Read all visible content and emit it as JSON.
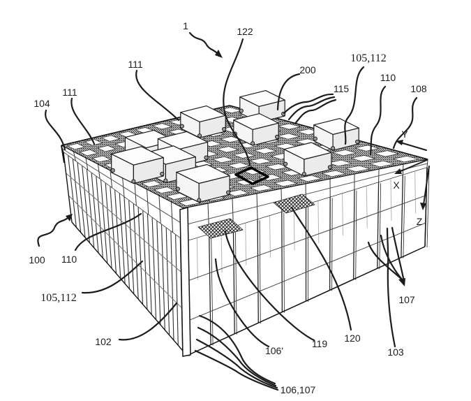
{
  "figure": {
    "kind": "patent line drawing",
    "subject": "Automated storage grid framework with container-handling vehicles on a top rail grid",
    "background_color": "#ffffff",
    "ink_color": "#1c1c1c",
    "grid_gray_color": "#aaaaaa"
  },
  "reference_labels": {
    "r104": "104",
    "r111a": "111",
    "r111b": "111",
    "r1": "1",
    "r122": "122",
    "r200": "200",
    "r105112_top": "105,112",
    "r115": "115",
    "r110_top": "110",
    "r108": "108",
    "r100": "100",
    "r110_left": "110",
    "r105112_left": "105,112",
    "r102": "102",
    "r106prime": "106'",
    "r119": "119",
    "r120": "120",
    "r103": "103",
    "r107": "107",
    "r106_107": "106,107"
  },
  "axes": {
    "x": "X",
    "y": "Y",
    "z": "Z"
  },
  "drawing_content": {
    "vehicles_on_grid": 10,
    "hatched_port_cells": 2,
    "highlighted_grid_cells": 1
  }
}
